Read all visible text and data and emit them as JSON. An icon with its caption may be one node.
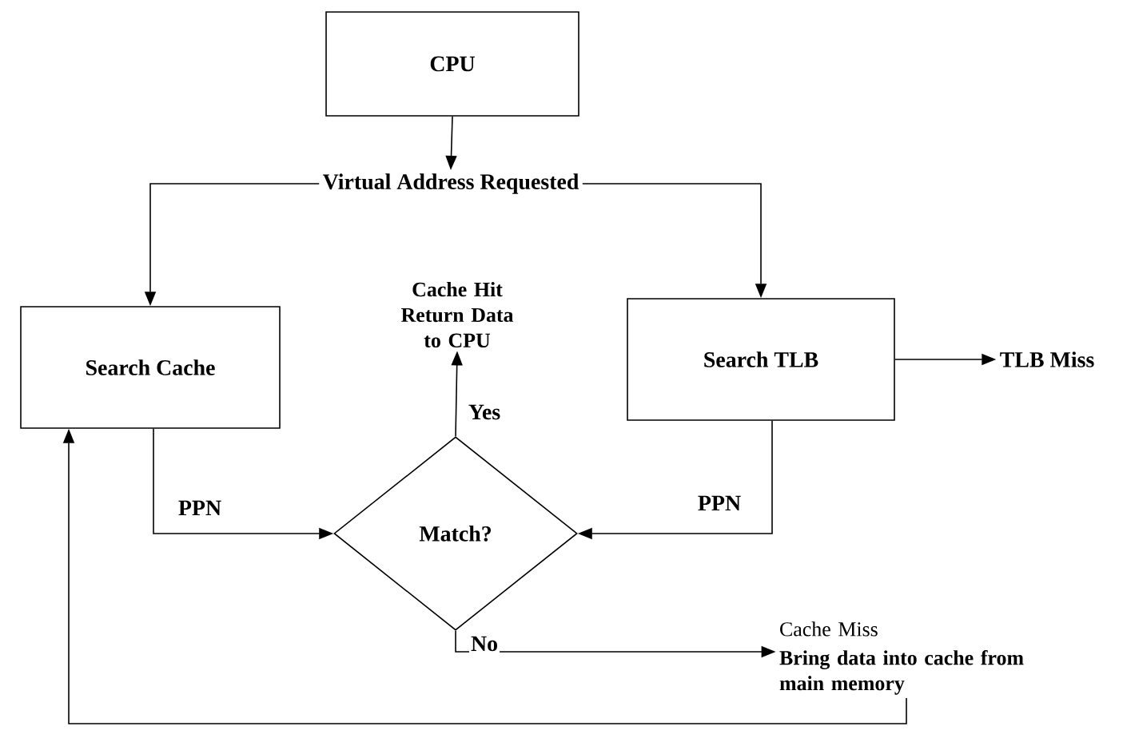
{
  "diagram": {
    "nodes": [
      {
        "text": [
          "CPU"
        ]
      },
      {
        "text": [
          "Virtual Address Requested"
        ]
      },
      {
        "text": [
          "Search Cache"
        ]
      },
      {
        "text": [
          "Search TLB"
        ]
      },
      {
        "text": [
          "TLB Miss"
        ]
      },
      {
        "text": [
          "Cache Hit Return Data to CPU"
        ]
      },
      {
        "text": [
          "Match?"
        ]
      },
      {
        "text": [
          "Cache Miss",
          "Bring data into cache from main memory"
        ]
      }
    ],
    "edges": [
      {
        "from": 0,
        "to": 1,
        "arrow": "to"
      },
      {
        "from": 1,
        "to": 2,
        "arrow": "to"
      },
      {
        "from": 1,
        "to": 3,
        "arrow": "to"
      },
      {
        "from": 3,
        "to": 4,
        "arrow": "to"
      },
      {
        "from": 6,
        "to": 5,
        "arrow": "to",
        "label": "Yes"
      },
      {
        "from": 2,
        "to": 6,
        "arrow": "to",
        "label": "PPN"
      },
      {
        "from": 3,
        "to": 6,
        "arrow": "to",
        "label": "PPN"
      },
      {
        "from": 6,
        "to": 7,
        "arrow": "to",
        "label": "No"
      },
      {
        "from": 7,
        "to": 2,
        "arrow": "to"
      }
    ]
  }
}
